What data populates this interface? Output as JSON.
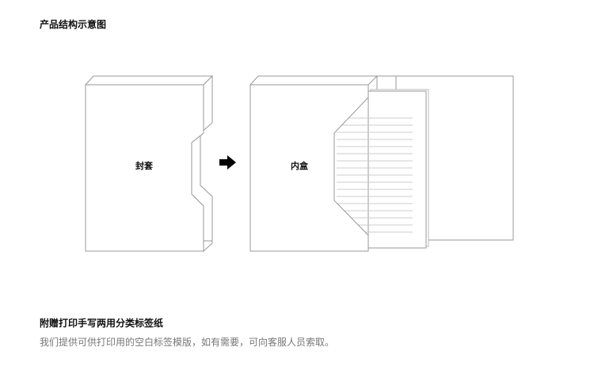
{
  "header": {
    "title": "产品结构示意图"
  },
  "diagram": {
    "cover_label": "封套",
    "inner_box_label": "内盒",
    "arrow_icon": "right-arrow-icon",
    "line_color": "#999999"
  },
  "footer": {
    "title": "附赠打印手写两用分类标签纸",
    "description": "我们提供可供打印用的空白标签模版，如有需要，可向客服人员索取。"
  }
}
